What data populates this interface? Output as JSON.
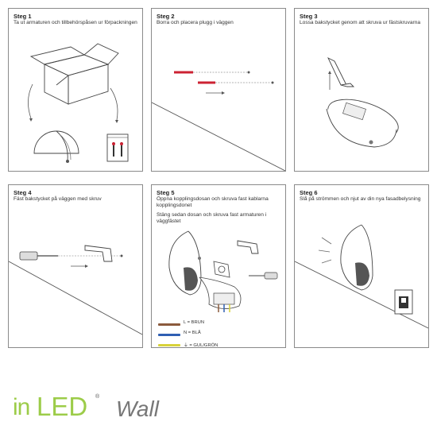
{
  "steps": [
    {
      "title": "Steg 1",
      "text": "Ta ut armaturen och tillbehörspåsen ur förpackningen"
    },
    {
      "title": "Steg 2",
      "text": "Borra och placera plugg i väggen"
    },
    {
      "title": "Steg 3",
      "text": "Lossa bakstycket genom att skruva ur fästskruvarna"
    },
    {
      "title": "Steg 4",
      "text": "Fäst bakstycket på väggen med skruv"
    },
    {
      "title": "Steg 5",
      "text": "Öppna kopplingsdosan och skruva fast kablarna kopplingsdonet",
      "text2": "Stäng sedan dosan och skruva fast armaturen i väggfästet"
    },
    {
      "title": "Steg 6",
      "text": "Slå på strömmen och njut av din nya fasadbelysning"
    }
  ],
  "wires": [
    {
      "label": "L = BRUN",
      "color": "#8b5a3c"
    },
    {
      "label": "N = BLÅ",
      "color": "#2f5fb3"
    },
    {
      "label": "⏚ = GUL/GRÖN",
      "color": "#d8d23a"
    }
  ],
  "logo": {
    "brand_in": "in",
    "brand_led": "LED",
    "registered": "®",
    "product": "Wall"
  },
  "colors": {
    "brand_green": "#9ccc49",
    "border": "#8a8a8a"
  }
}
